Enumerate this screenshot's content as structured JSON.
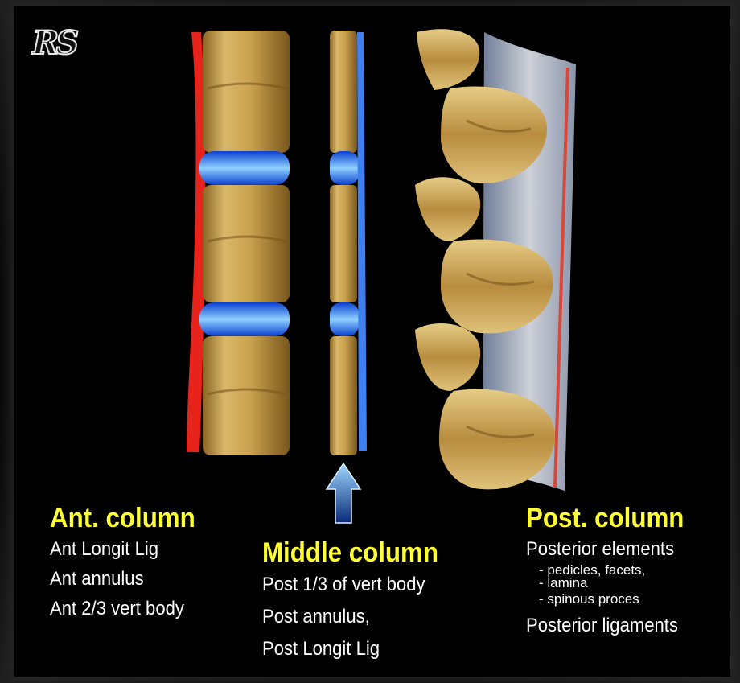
{
  "logo": "RS",
  "ant_column": {
    "title": "Ant. column",
    "items": [
      "Ant Longit Lig",
      "Ant annulus",
      "Ant 2/3 vert body"
    ]
  },
  "middle_column": {
    "title": "Middle column",
    "items": [
      "Post 1/3 of vert body",
      "Post annulus,",
      "Post Longit Lig"
    ]
  },
  "post_column": {
    "title": "Post. column",
    "items": [
      "Posterior elements",
      "Posterior ligaments"
    ],
    "subitems": [
      "- pedicles, facets,",
      "- lamina",
      "- spinous proces"
    ]
  },
  "colors": {
    "title_yellow": "#ffff33",
    "ant_ligament_red": "#e8231c",
    "disc_blue": "#3f9bf0",
    "bone_tan": "#c9a24e"
  }
}
